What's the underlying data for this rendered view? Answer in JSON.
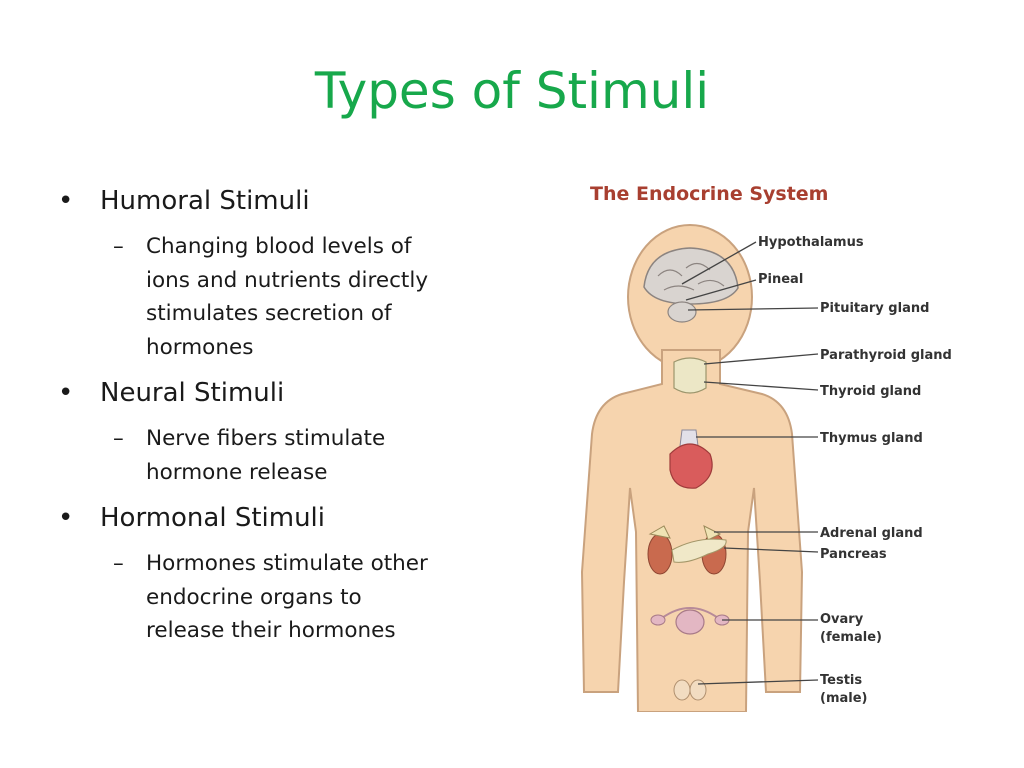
{
  "slide": {
    "title": "Types of Stimuli",
    "bullets": [
      {
        "text": "Humoral Stimuli",
        "sub": [
          "Changing blood levels of",
          "ions and nutrients directly",
          "stimulates secretion of",
          "hormones"
        ]
      },
      {
        "text": "Neural Stimuli",
        "sub": [
          "Nerve fibers stimulate",
          "hormone release"
        ]
      },
      {
        "text": "Hormonal Stimuli",
        "sub": [
          "Hormones stimulate other",
          "endocrine organs to",
          "release their hormones"
        ]
      }
    ],
    "bullet_glyph": "•",
    "sub_glyph": "–"
  },
  "figure": {
    "title": "The Endocrine System",
    "labels": {
      "hypothalamus": "Hypothalamus",
      "pineal": "Pineal",
      "pituitary": "Pituitary gland",
      "parathyroid": "Parathyroid gland",
      "thyroid": "Thyroid gland",
      "thymus": "Thymus gland",
      "adrenal": "Adrenal gland",
      "pancreas": "Pancreas",
      "ovary": "Ovary",
      "ovary_note": "(female)",
      "testis": "Testis",
      "testis_note": "(male)"
    },
    "colors": {
      "title": "#a83f30",
      "skin": "#f6d4ae",
      "outline": "#c9a27e",
      "heart": "#d95c5c",
      "kidney": "#c96a4e"
    }
  }
}
